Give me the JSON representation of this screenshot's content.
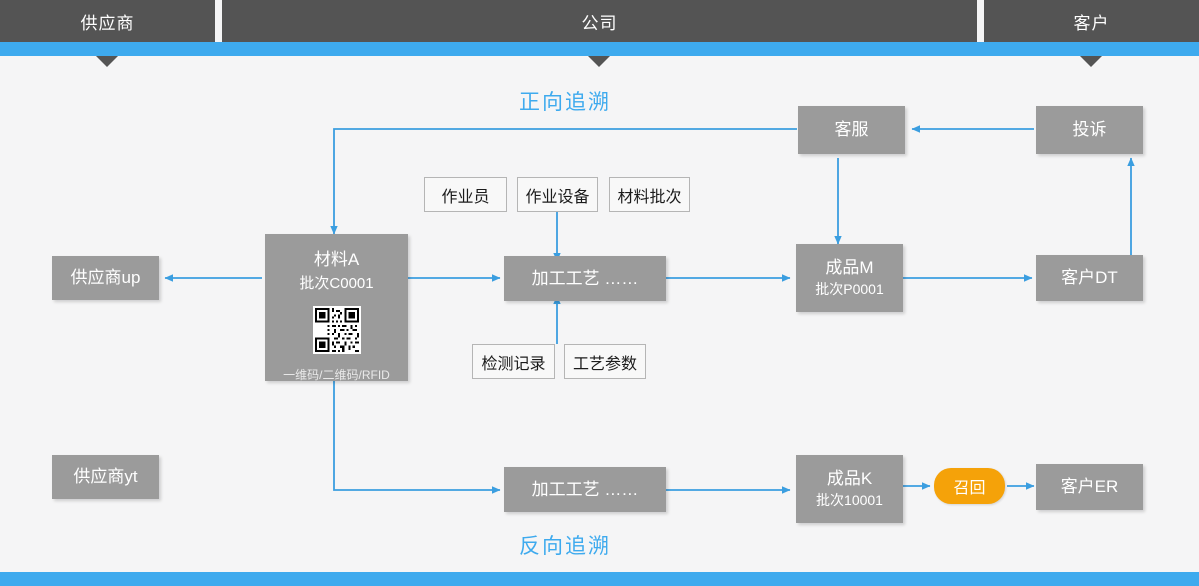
{
  "header": {
    "columns": [
      {
        "label": "供应商"
      },
      {
        "label": "公司"
      },
      {
        "label": "客户"
      }
    ],
    "band_color": "#545454",
    "accent_color": "#3eaaee"
  },
  "captions": {
    "forward": "正向追溯",
    "reverse": "反向追溯"
  },
  "nodes": {
    "supplier_up": "供应商up",
    "supplier_yt": "供应商yt",
    "material_title": "材料A",
    "material_batch": "批次C0001",
    "material_code": "一维码/二维码/RFID",
    "operator": "作业员",
    "equipment": "作业设备",
    "material_batch_tag": "材料批次",
    "inspection_record": "检测记录",
    "process_param": "工艺参数",
    "process_top": "加工工艺  ……",
    "process_bottom": "加工工艺  ……",
    "product_m_title": "成品M",
    "product_m_batch": "批次P0001",
    "product_k_title": "成品K",
    "product_k_batch": "批次10001",
    "customer_service": "客服",
    "complaint": "投诉",
    "customer_dt": "客户DT",
    "customer_er": "客户ER",
    "recall": "召回"
  },
  "colors": {
    "node_fill": "#9b9b9b",
    "recall_fill": "#f5a209",
    "arrow": "#3b9ee0",
    "canvas": "#f5f5f6"
  }
}
